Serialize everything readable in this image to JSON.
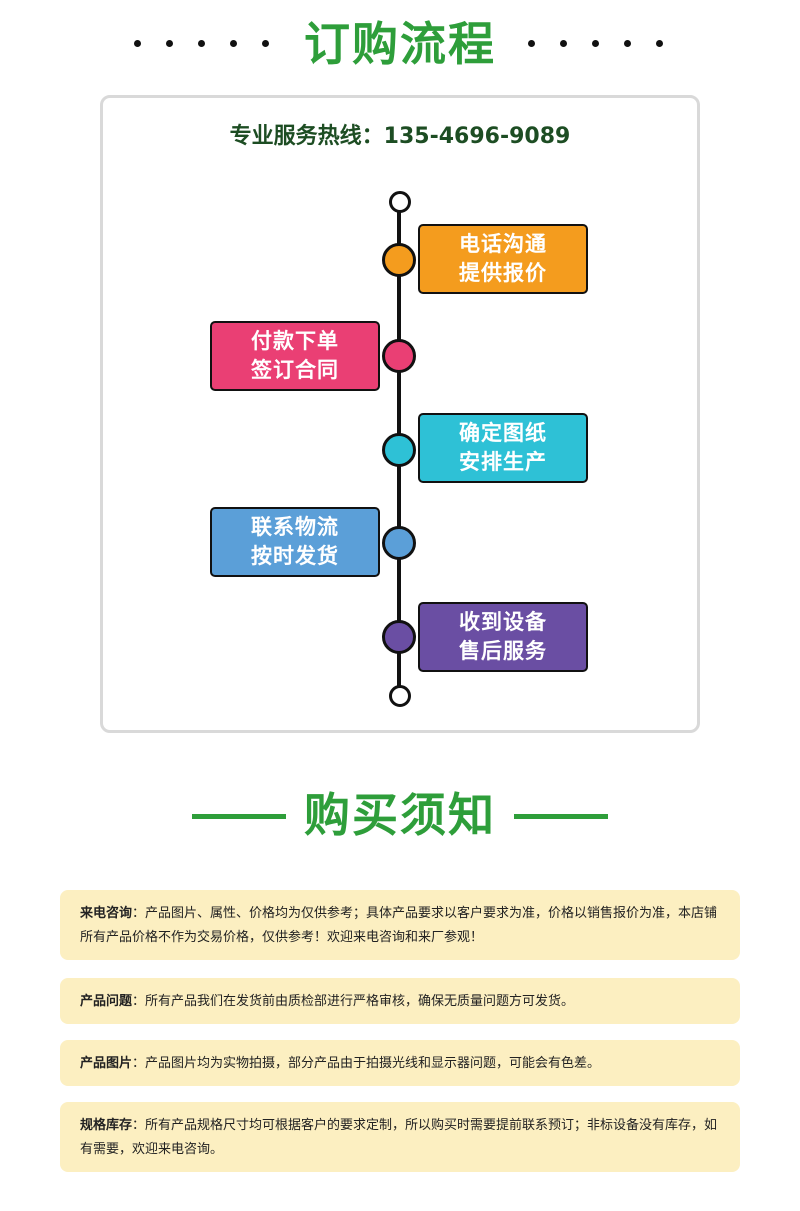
{
  "section1": {
    "title": "订购流程",
    "hotline": "专业服务热线：135-4696-9089"
  },
  "steps": [
    {
      "line1": "电话沟通",
      "line2": "提供报价",
      "color": "#f49c1e",
      "side": "right"
    },
    {
      "line1": "付款下单",
      "line2": "签订合同",
      "color": "#ea3f74",
      "side": "left"
    },
    {
      "line1": "确定图纸",
      "line2": "安排生产",
      "color": "#2ec1d6",
      "side": "right"
    },
    {
      "line1": "联系物流",
      "line2": "按时发货",
      "color": "#5b9fd8",
      "side": "left"
    },
    {
      "line1": "收到设备",
      "line2": "售后服务",
      "color": "#6a4ea3",
      "side": "right"
    }
  ],
  "section2": {
    "title": "购买须知"
  },
  "notices": [
    {
      "label": "来电咨询",
      "text": "：产品图片、属性、价格均为仅供参考；具体产品要求以客户要求为准，价格以销售报价为准，本店铺所有产品价格不作为交易价格，仅供参考！欢迎来电咨询和来厂参观！"
    },
    {
      "label": "产品问题",
      "text": "：所有产品我们在发货前由质检部进行严格审核，确保无质量问题方可发货。"
    },
    {
      "label": "产品图片",
      "text": "：产品图片均为实物拍摄，部分产品由于拍摄光线和显示器问题，可能会有色差。"
    },
    {
      "label": "规格库存",
      "text": "：所有产品规格尺寸均可根据客户的要求定制，所以购买时需要提前联系预订；非标设备没有库存，如有需要，欢迎来电咨询。"
    }
  ],
  "colors": {
    "accent": "#2e9e3a",
    "notice_bg": "#fcefc1"
  }
}
